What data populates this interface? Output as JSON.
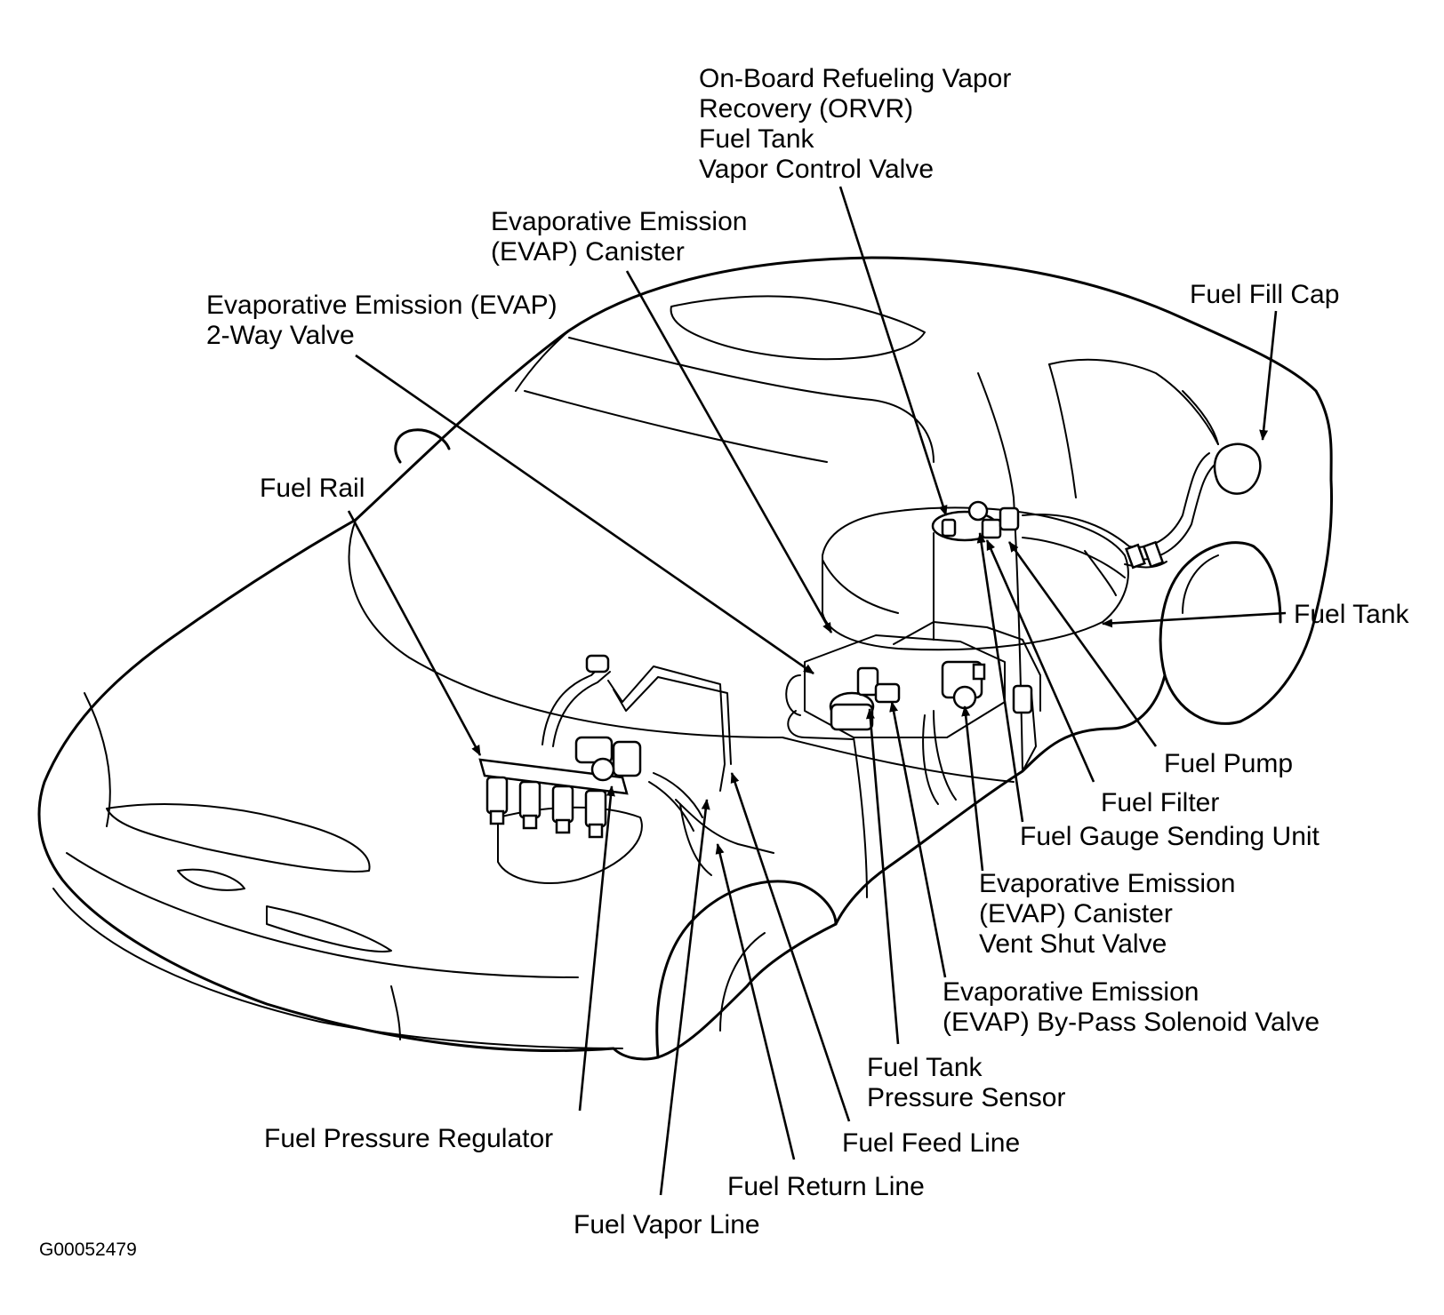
{
  "labels": {
    "orvr_line1": "On-Board Refueling Vapor",
    "orvr_line2": "Recovery (ORVR)",
    "orvr_line3": "Fuel Tank",
    "orvr_line4": "Vapor Control Valve",
    "evap_canister_line1": "Evaporative Emission",
    "evap_canister_line2": "(EVAP) Canister",
    "evap_2way_line1": "Evaporative Emission (EVAP)",
    "evap_2way_line2": "2-Way Valve",
    "fuel_fill_cap": "Fuel Fill Cap",
    "fuel_rail": "Fuel Rail",
    "fuel_tank": "Fuel Tank",
    "fuel_pump": "Fuel Pump",
    "fuel_filter": "Fuel Filter",
    "fuel_gauge_sending_unit": "Fuel Gauge Sending Unit",
    "vent_shut_line1": "Evaporative Emission",
    "vent_shut_line2": "(EVAP) Canister",
    "vent_shut_line3": "Vent Shut Valve",
    "bypass_line1": "Evaporative Emission",
    "bypass_line2": "(EVAP) By-Pass Solenoid Valve",
    "tank_pressure_line1": "Fuel Tank",
    "tank_pressure_line2": "Pressure Sensor",
    "fuel_pressure_regulator": "Fuel Pressure Regulator",
    "fuel_feed_line": "Fuel Feed Line",
    "fuel_return_line": "Fuel Return Line",
    "fuel_vapor_line": "Fuel Vapor Line"
  },
  "figure_id": "G00052479"
}
